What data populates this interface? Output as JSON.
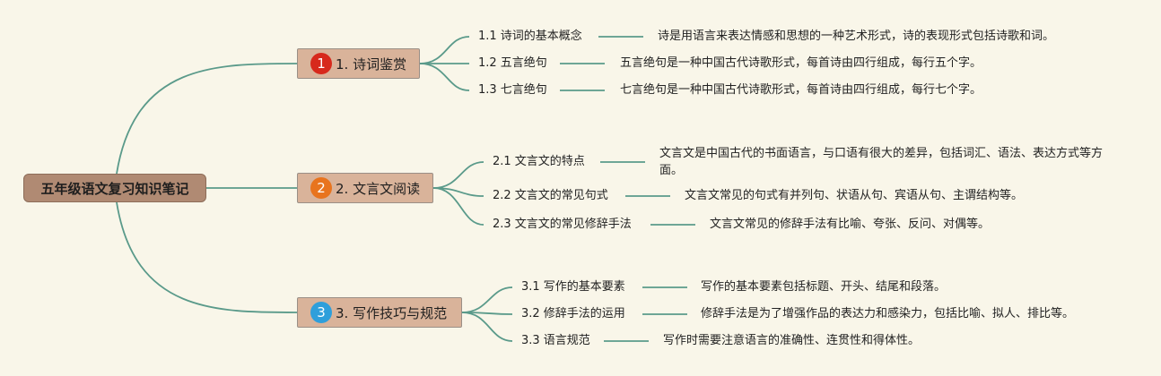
{
  "root": {
    "label": "五年级语文复习知识笔记"
  },
  "branches": [
    {
      "badge": "1",
      "badge_color": "#d7291c",
      "label": "1. 诗词鉴赏",
      "items": [
        {
          "label": "1.1 诗词的基本概念",
          "note": "诗是用语言来表达情感和思想的一种艺术形式，诗的表现形式包括诗歌和词。"
        },
        {
          "label": "1.2 五言绝句",
          "note": "五言绝句是一种中国古代诗歌形式，每首诗由四行组成，每行五个字。"
        },
        {
          "label": "1.3 七言绝句",
          "note": "七言绝句是一种中国古代诗歌形式，每首诗由四行组成，每行七个字。"
        }
      ]
    },
    {
      "badge": "2",
      "badge_color": "#e8741e",
      "label": "2. 文言文阅读",
      "items": [
        {
          "label": "2.1 文言文的特点",
          "note": "文言文是中国古代的书面语言，与口语有很大的差异，包括词汇、语法、表达方式等方面。"
        },
        {
          "label": "2.2 文言文的常见句式",
          "note": "文言文常见的句式有并列句、状语从句、宾语从句、主谓结构等。"
        },
        {
          "label": "2.3 文言文的常见修辞手法",
          "note": "文言文常见的修辞手法有比喻、夸张、反问、对偶等。"
        }
      ]
    },
    {
      "badge": "3",
      "badge_color": "#2f9fdb",
      "label": "3. 写作技巧与规范",
      "items": [
        {
          "label": "3.1 写作的基本要素",
          "note": "写作的基本要素包括标题、开头、结尾和段落。"
        },
        {
          "label": "3.2 修辞手法的运用",
          "note": "修辞手法是为了增强作品的表达力和感染力，包括比喻、拟人、排比等。"
        },
        {
          "label": "3.3 语言规范",
          "note": "写作时需要注意语言的准确性、连贯性和得体性。"
        }
      ]
    }
  ],
  "colors": {
    "connector": "#5a9a8a",
    "branch_fill": "#d9b39a",
    "root_fill": "#b08a73",
    "background": "#f9f6e9"
  }
}
